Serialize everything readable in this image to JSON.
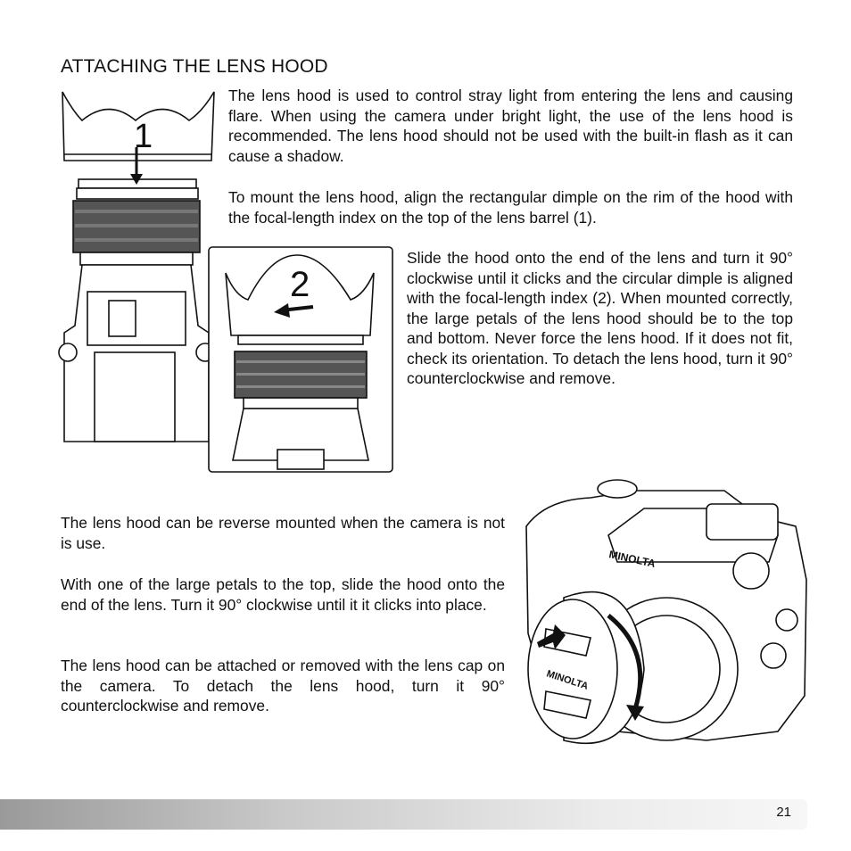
{
  "section": {
    "title": "ATTACHING THE LENS HOOD"
  },
  "paragraphs": {
    "p1": "The lens hood is used to control stray light from entering the lens and causing flare. When using the camera under bright light, the use of the lens hood is recommended. The lens hood should not be used with the built-in flash as it can cause a shadow.",
    "p2": "To mount the lens hood, align the rectangular dimple on the rim of the hood with the focal-length index on the top of the lens barrel (1).",
    "p3": "Slide the hood onto the end of the lens and turn it 90° clockwise until it clicks and the circular dimple is aligned with the focal-length index (2). When mounted correctly, the large petals of the lens hood should be to the top and bottom. Never force the lens hood. If it does not fit, check its orientation. To detach the lens hood, turn it 90° counterclockwise and remove.",
    "p4": "The lens hood can be reverse mounted when the camera is not is use.",
    "p5": "With one of the large petals to the top, slide the hood onto the end of the lens. Turn it 90° clockwise until it it clicks into place.",
    "p6": "The lens hood can be attached or removed with the lens cap on the camera. To detach the lens hood, turn it 90° counterclockwise and remove."
  },
  "figures": {
    "step1_label": "1",
    "step2_label": "2",
    "brand_label": "MINOLTA",
    "cap_label": "MINOLTA"
  },
  "footer": {
    "page_number": "21"
  }
}
